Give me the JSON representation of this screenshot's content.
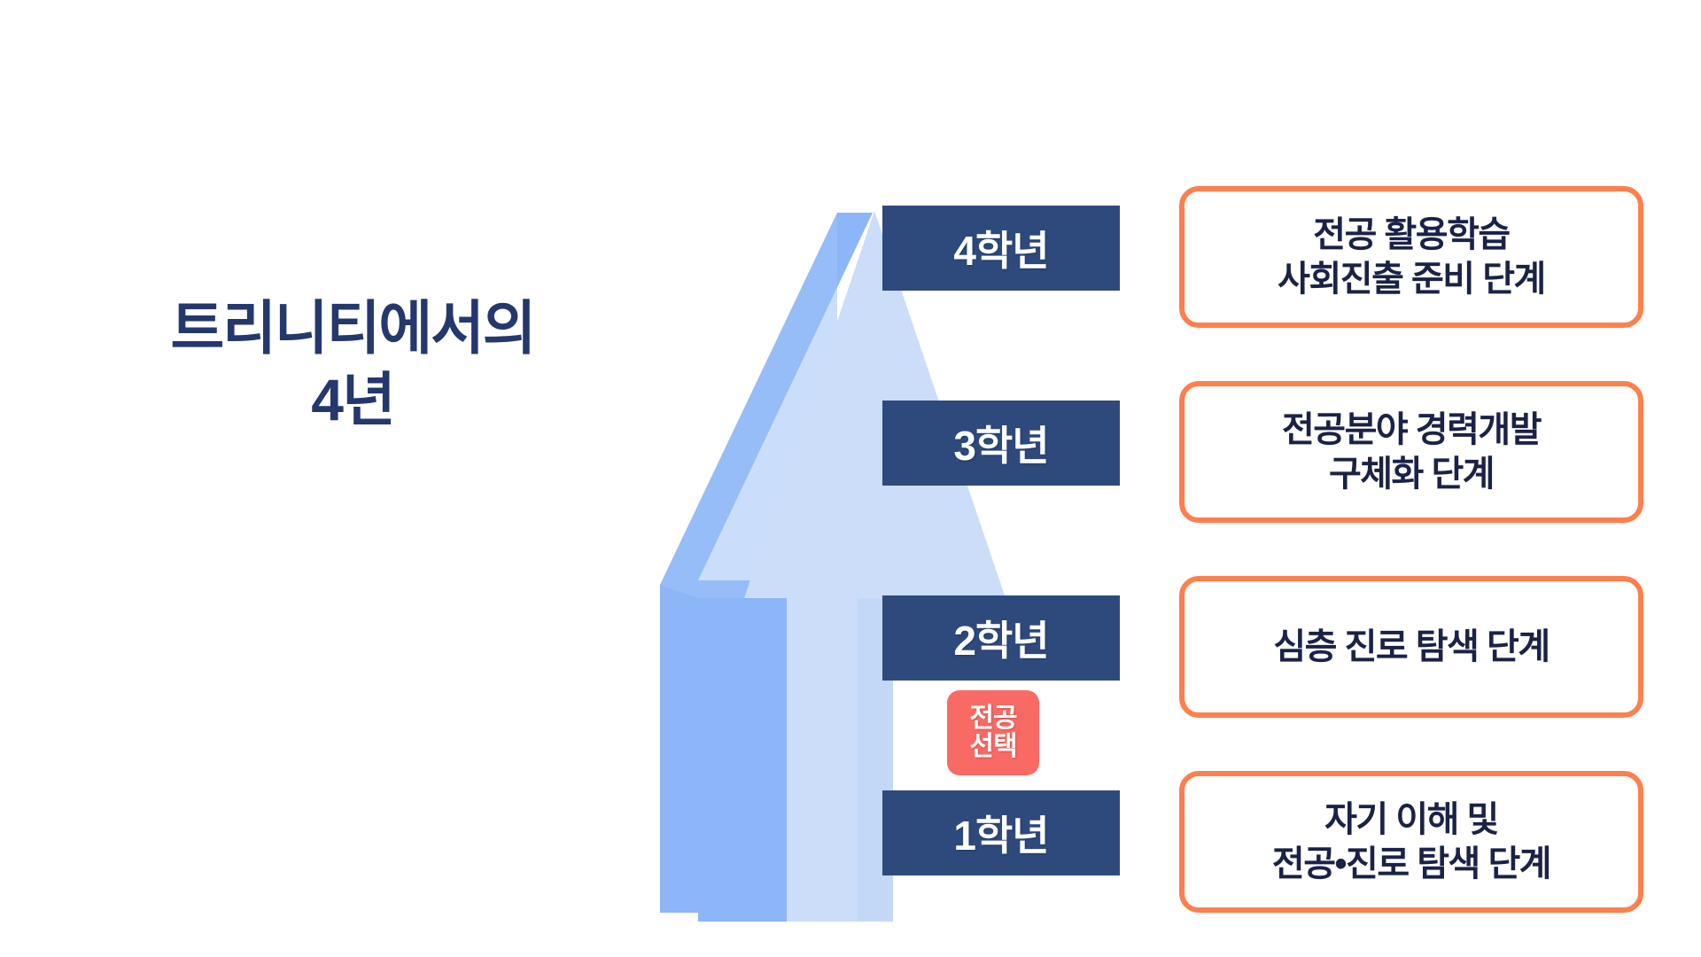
{
  "slide": {
    "title_lines": [
      "트리니티에서의",
      "4년"
    ],
    "background_color": "#FFFFFF"
  },
  "colors": {
    "title_navy": "#25386E",
    "grade_box_navy": "#2E4A7D",
    "grade_text": "#FFFFFF",
    "badge_red": "#FA6A64",
    "card_border_orange": "#FF7F4D",
    "card_text_navy": "#1B2246",
    "arrow_front": "#CBDDF8",
    "arrow_side": "#8CB6F7",
    "arrow_top": "#A8C8F6"
  },
  "arrow": {
    "name": "upward-3d-arrow",
    "direction": "up"
  },
  "stages": [
    {
      "grade_label": "4학년",
      "desc_lines": [
        "전공 활용학습",
        "사회진출 준비 단계"
      ]
    },
    {
      "grade_label": "3학년",
      "desc_lines": [
        "전공분야 경력개발",
        "구체화 단계"
      ]
    },
    {
      "grade_label": "2학년",
      "desc_lines": [
        "심층 진로 탐색 단계"
      ]
    },
    {
      "grade_label": "1학년",
      "desc_lines": [
        "자기 이해 및",
        "전공•진로 탐색 단계"
      ]
    }
  ],
  "badge": {
    "lines": [
      "전공",
      "선택"
    ]
  }
}
